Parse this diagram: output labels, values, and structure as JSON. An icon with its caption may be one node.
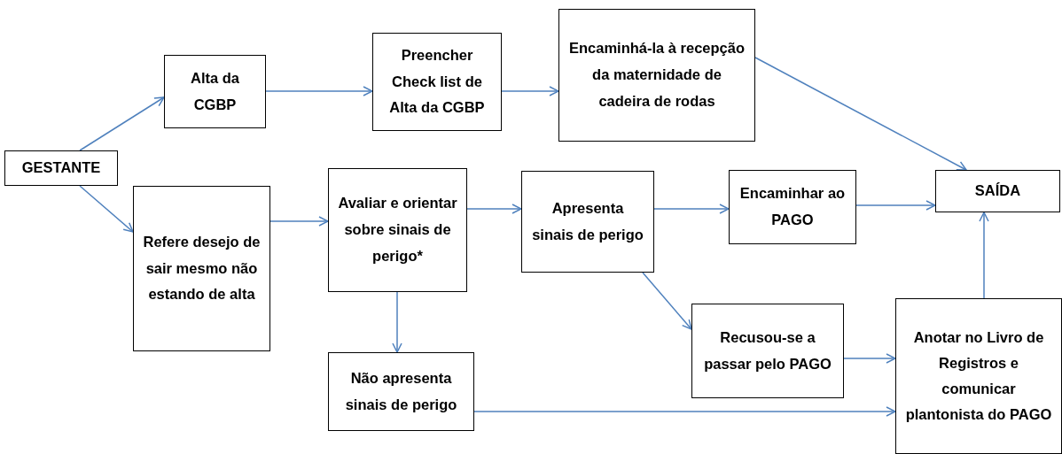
{
  "diagram": {
    "nodes": [
      {
        "text": [
          "GESTANTE"
        ]
      },
      {
        "text": [
          "Alta da CGBP"
        ]
      },
      {
        "text": [
          "Preencher Check list de Alta da CGBP"
        ]
      },
      {
        "text": [
          "Encaminhá-la à recepção da maternidade de cadeira de rodas"
        ]
      },
      {
        "text": [
          "SAÍDA"
        ]
      },
      {
        "text": [
          "Refere desejo de sair mesmo não estando de alta"
        ]
      },
      {
        "text": [
          "Avaliar e orientar sobre sinais de perigo*"
        ]
      },
      {
        "text": [
          "Apresenta sinais de perigo"
        ]
      },
      {
        "text": [
          "Encaminhar ao PAGO"
        ]
      },
      {
        "text": [
          "Recusou-se a passar pelo PAGO"
        ]
      },
      {
        "text": [
          "Anotar no Livro de Registros e comunicar plantonista do PAGO"
        ]
      },
      {
        "text": [
          "Não apresenta sinais de perigo"
        ]
      }
    ],
    "edges": [
      {
        "from": 0,
        "to": 1,
        "arrow": "to"
      },
      {
        "from": 0,
        "to": 5,
        "arrow": "to"
      },
      {
        "from": 1,
        "to": 2,
        "arrow": "to"
      },
      {
        "from": 2,
        "to": 3,
        "arrow": "to"
      },
      {
        "from": 3,
        "to": 4,
        "arrow": "to"
      },
      {
        "from": 5,
        "to": 6,
        "arrow": "to"
      },
      {
        "from": 6,
        "to": 7,
        "arrow": "to"
      },
      {
        "from": 6,
        "to": 11,
        "arrow": "to"
      },
      {
        "from": 7,
        "to": 8,
        "arrow": "to"
      },
      {
        "from": 7,
        "to": 9,
        "arrow": "to"
      },
      {
        "from": 8,
        "to": 4,
        "arrow": "to"
      },
      {
        "from": 9,
        "to": 10,
        "arrow": "to"
      },
      {
        "from": 11,
        "to": 10,
        "arrow": "to"
      },
      {
        "from": 10,
        "to": 4,
        "arrow": "to"
      }
    ]
  }
}
